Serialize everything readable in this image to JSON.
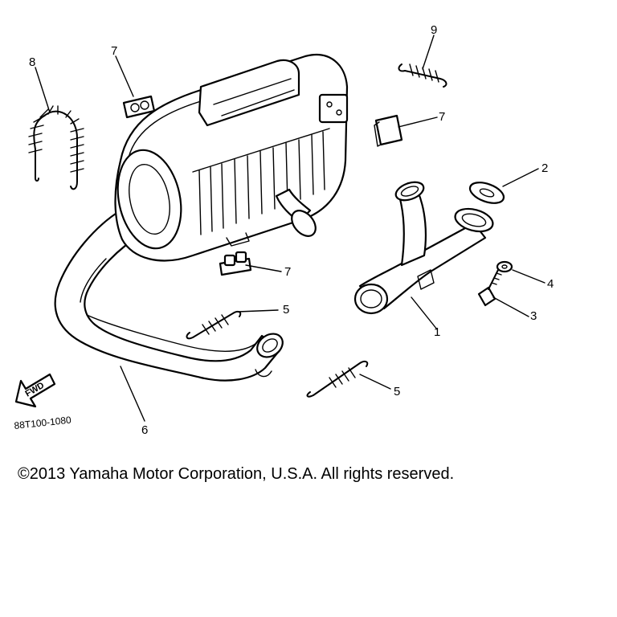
{
  "diagram": {
    "drawing_code": "88T100-1080",
    "direction_label": "FWD",
    "callouts": {
      "p1": "1",
      "p2": "2",
      "p3": "3",
      "p4": "4",
      "p5a": "5",
      "p5b": "5",
      "p6": "6",
      "p7a": "7",
      "p7b": "7",
      "p7c": "7",
      "p8": "8",
      "p9": "9"
    }
  },
  "footer": {
    "copyright": "©2013 Yamaha Motor Corporation, U.S.A. All rights reserved."
  }
}
